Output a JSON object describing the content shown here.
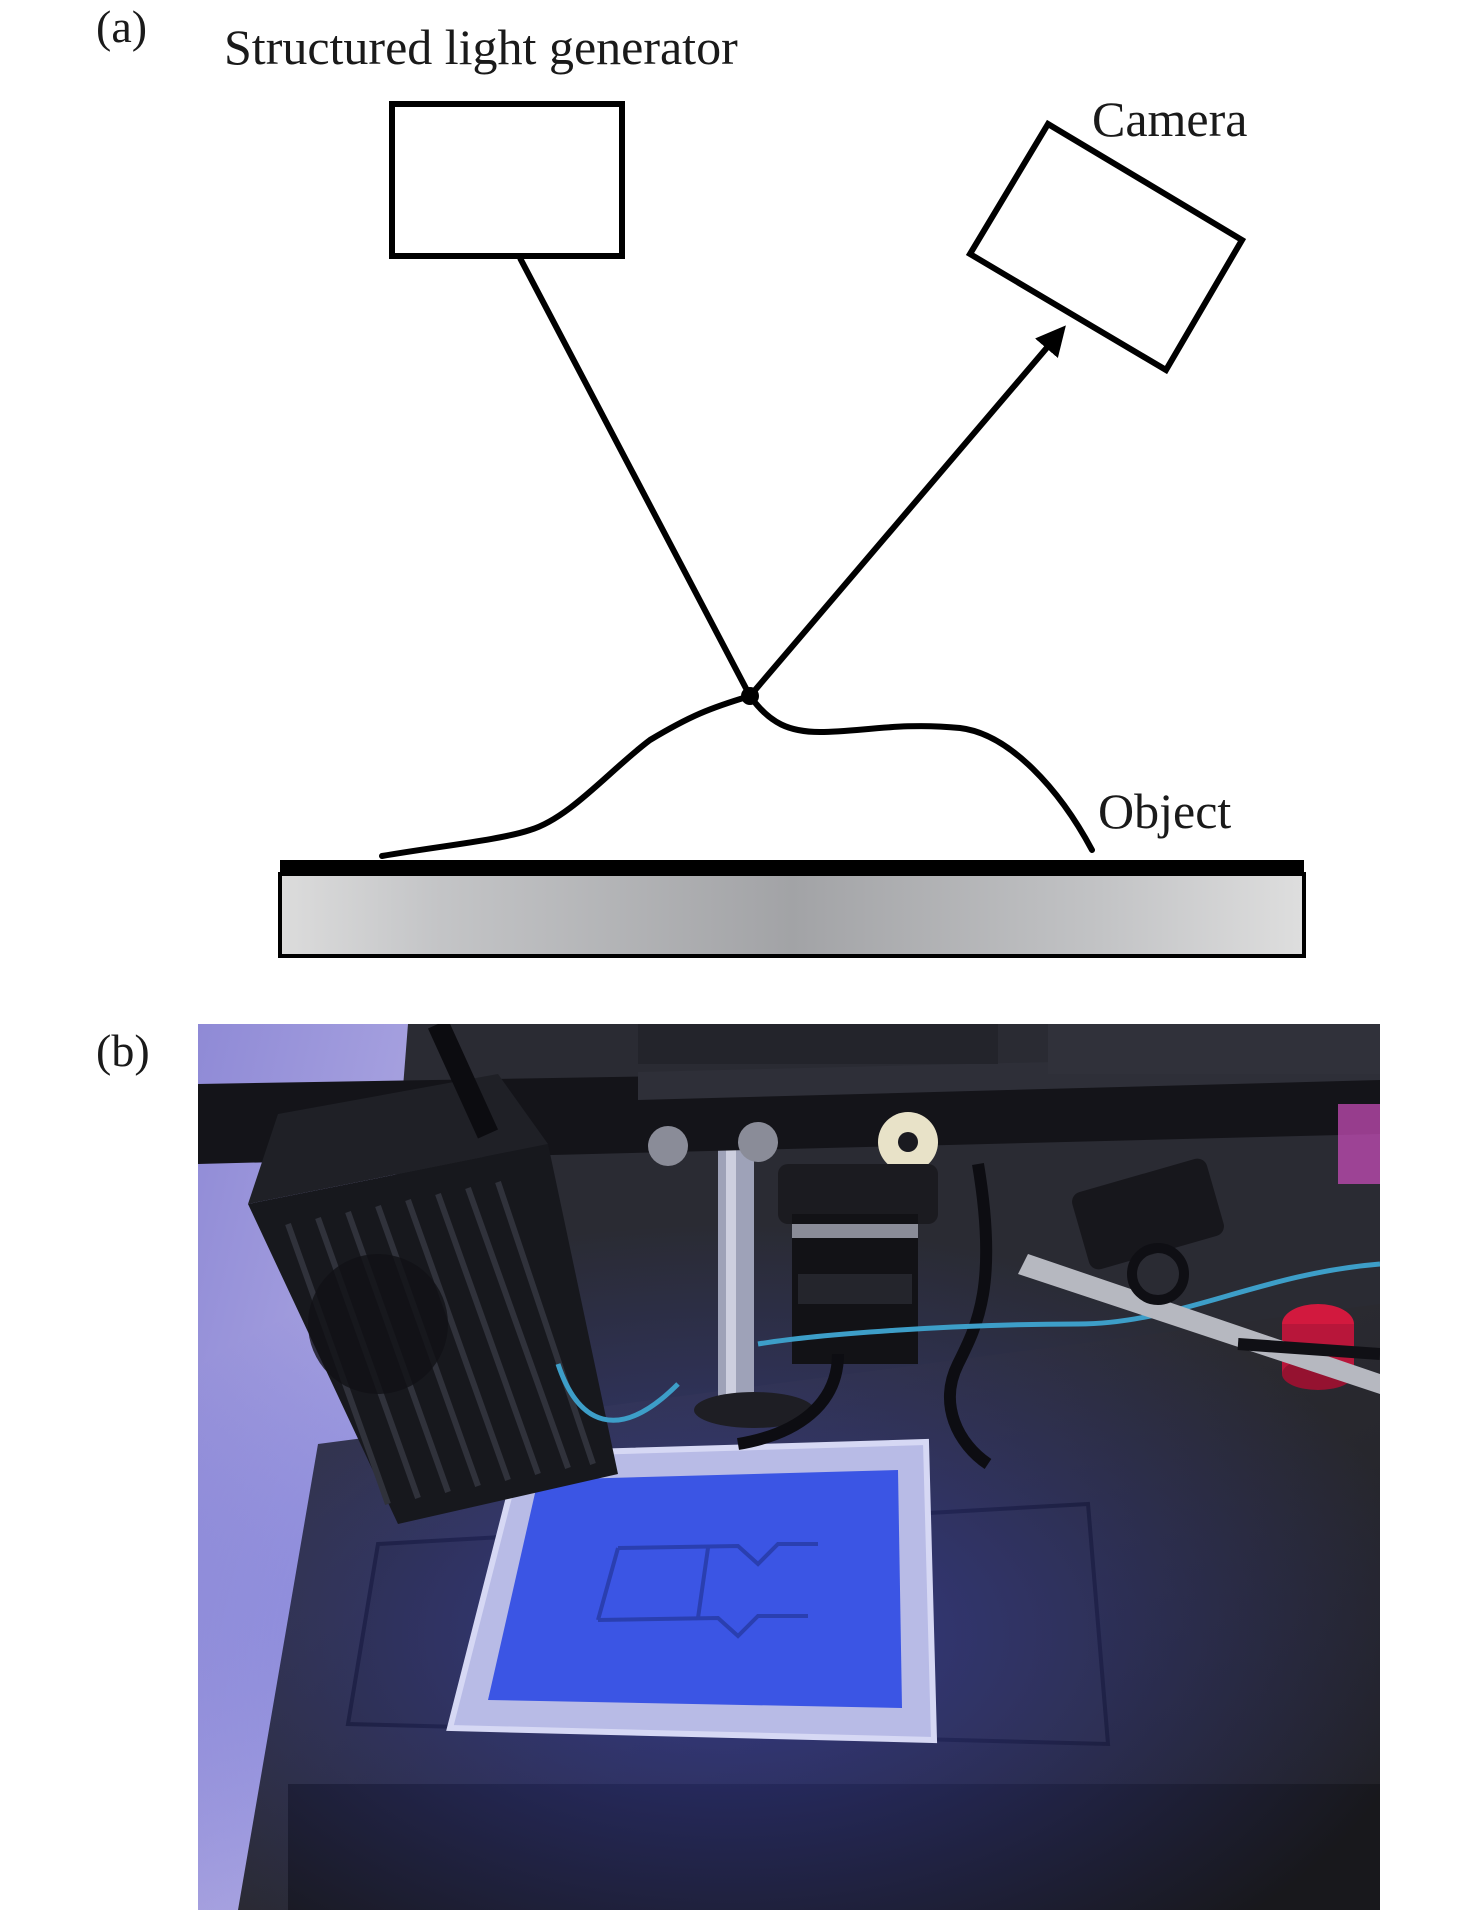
{
  "panels": {
    "a": {
      "label": "(a)",
      "generator": "Structured light generator",
      "camera": "Camera",
      "object": "Object"
    },
    "b": {
      "label": "(b)"
    }
  }
}
